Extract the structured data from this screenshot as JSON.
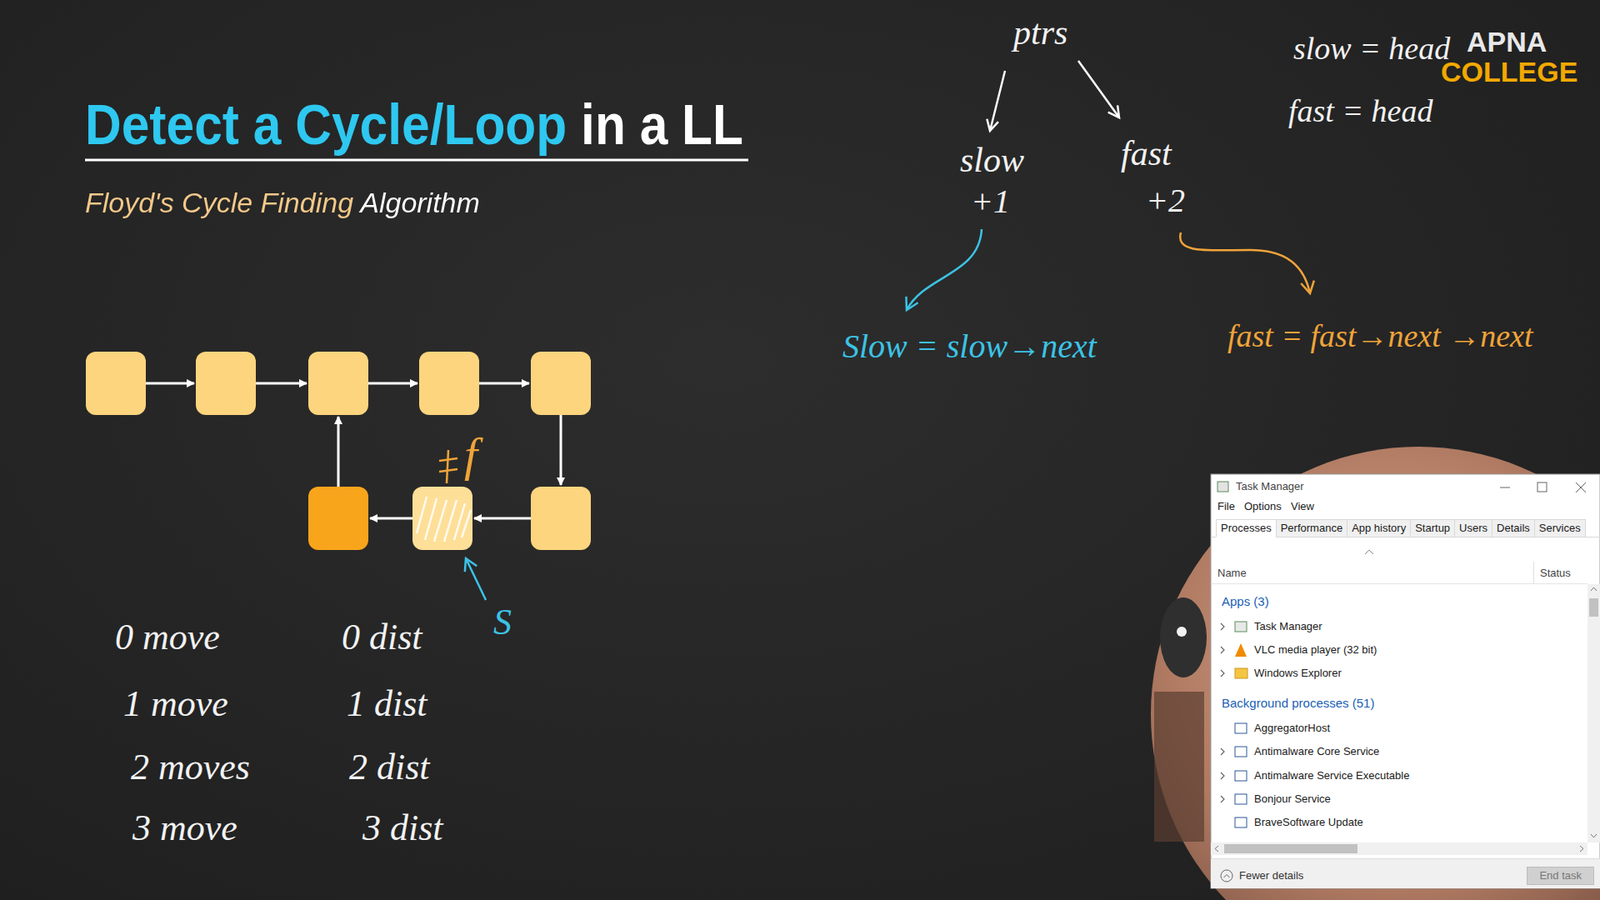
{
  "diagram": {
    "title": "Detect a Cycle/Loop in a LL",
    "labels": [
      "Floyd's Cycle Finding Algorithm",
      "ptrs",
      "slow",
      "+1",
      "fast",
      "+2",
      "Slow = slow→next",
      "fast = fast→next →next",
      "slow = head",
      "fast = head",
      "APNA",
      "COLLEGE",
      "f",
      "S",
      "0 move",
      "0 dist",
      "1 move",
      "1 dist",
      "2 moves",
      "2 dist",
      "3 move",
      "3 dist",
      "Task Manager",
      "File",
      "Options",
      "View",
      "Processes",
      "Performance",
      "App history",
      "Startup",
      "Users",
      "Details",
      "Services",
      "Name",
      "Status",
      "Apps (3)",
      "Task Manager",
      "VLC media player (32 bit)",
      "Windows Explorer",
      "Background processes (51)",
      "AggregatorHost",
      "Antimalware Core Service",
      "Antimalware Service Executable",
      "Bonjour Service",
      "BraveSoftware Update",
      "Fewer details",
      "End task"
    ]
  }
}
